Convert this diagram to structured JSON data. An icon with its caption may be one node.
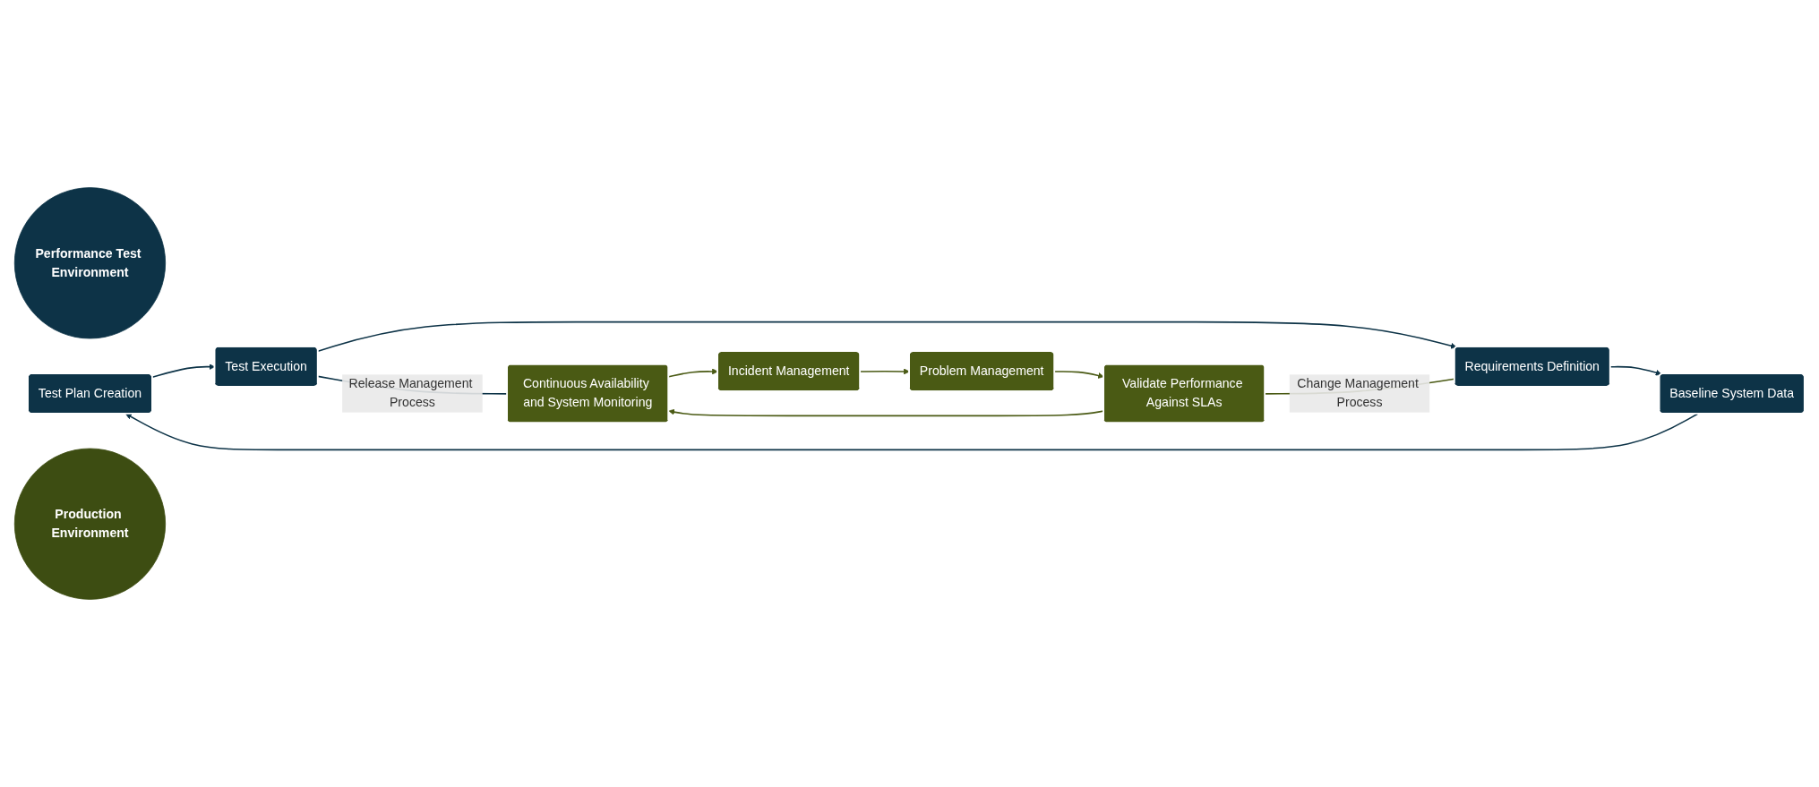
{
  "diagram": {
    "nodes": [
      {
        "text": [
          "Performance Test Environment"
        ]
      },
      {
        "text": [
          "Test Plan Creation"
        ]
      },
      {
        "text": [
          "Test Execution"
        ]
      },
      {
        "text": [
          "Requirements Definition"
        ]
      },
      {
        "text": [
          "Baseline System Data"
        ]
      },
      {
        "text": [
          "Production Environment"
        ]
      },
      {
        "text": [
          "Continuous Availability and System Monitoring"
        ]
      },
      {
        "text": [
          "Incident Management"
        ]
      },
      {
        "text": [
          "Problem Management"
        ]
      },
      {
        "text": [
          "Validate Performance Against SLAs"
        ]
      }
    ],
    "edges": [
      {
        "from": 1,
        "to": 2,
        "arrow": "to"
      },
      {
        "from": 2,
        "to": 3,
        "arrow": "to"
      },
      {
        "from": 3,
        "to": 4,
        "arrow": "to"
      },
      {
        "from": 4,
        "to": 1,
        "arrow": "to"
      },
      {
        "from": 6,
        "to": 7,
        "arrow": "to"
      },
      {
        "from": 7,
        "to": 8,
        "arrow": "to"
      },
      {
        "from": 8,
        "to": 9,
        "arrow": "to"
      },
      {
        "from": 9,
        "to": 6,
        "arrow": "to"
      },
      {
        "from": 2,
        "to": 6,
        "arrow": "none",
        "label": "Release Management Process"
      },
      {
        "from": 9,
        "to": 3,
        "arrow": "none",
        "label": "Change Management Process"
      }
    ]
  }
}
